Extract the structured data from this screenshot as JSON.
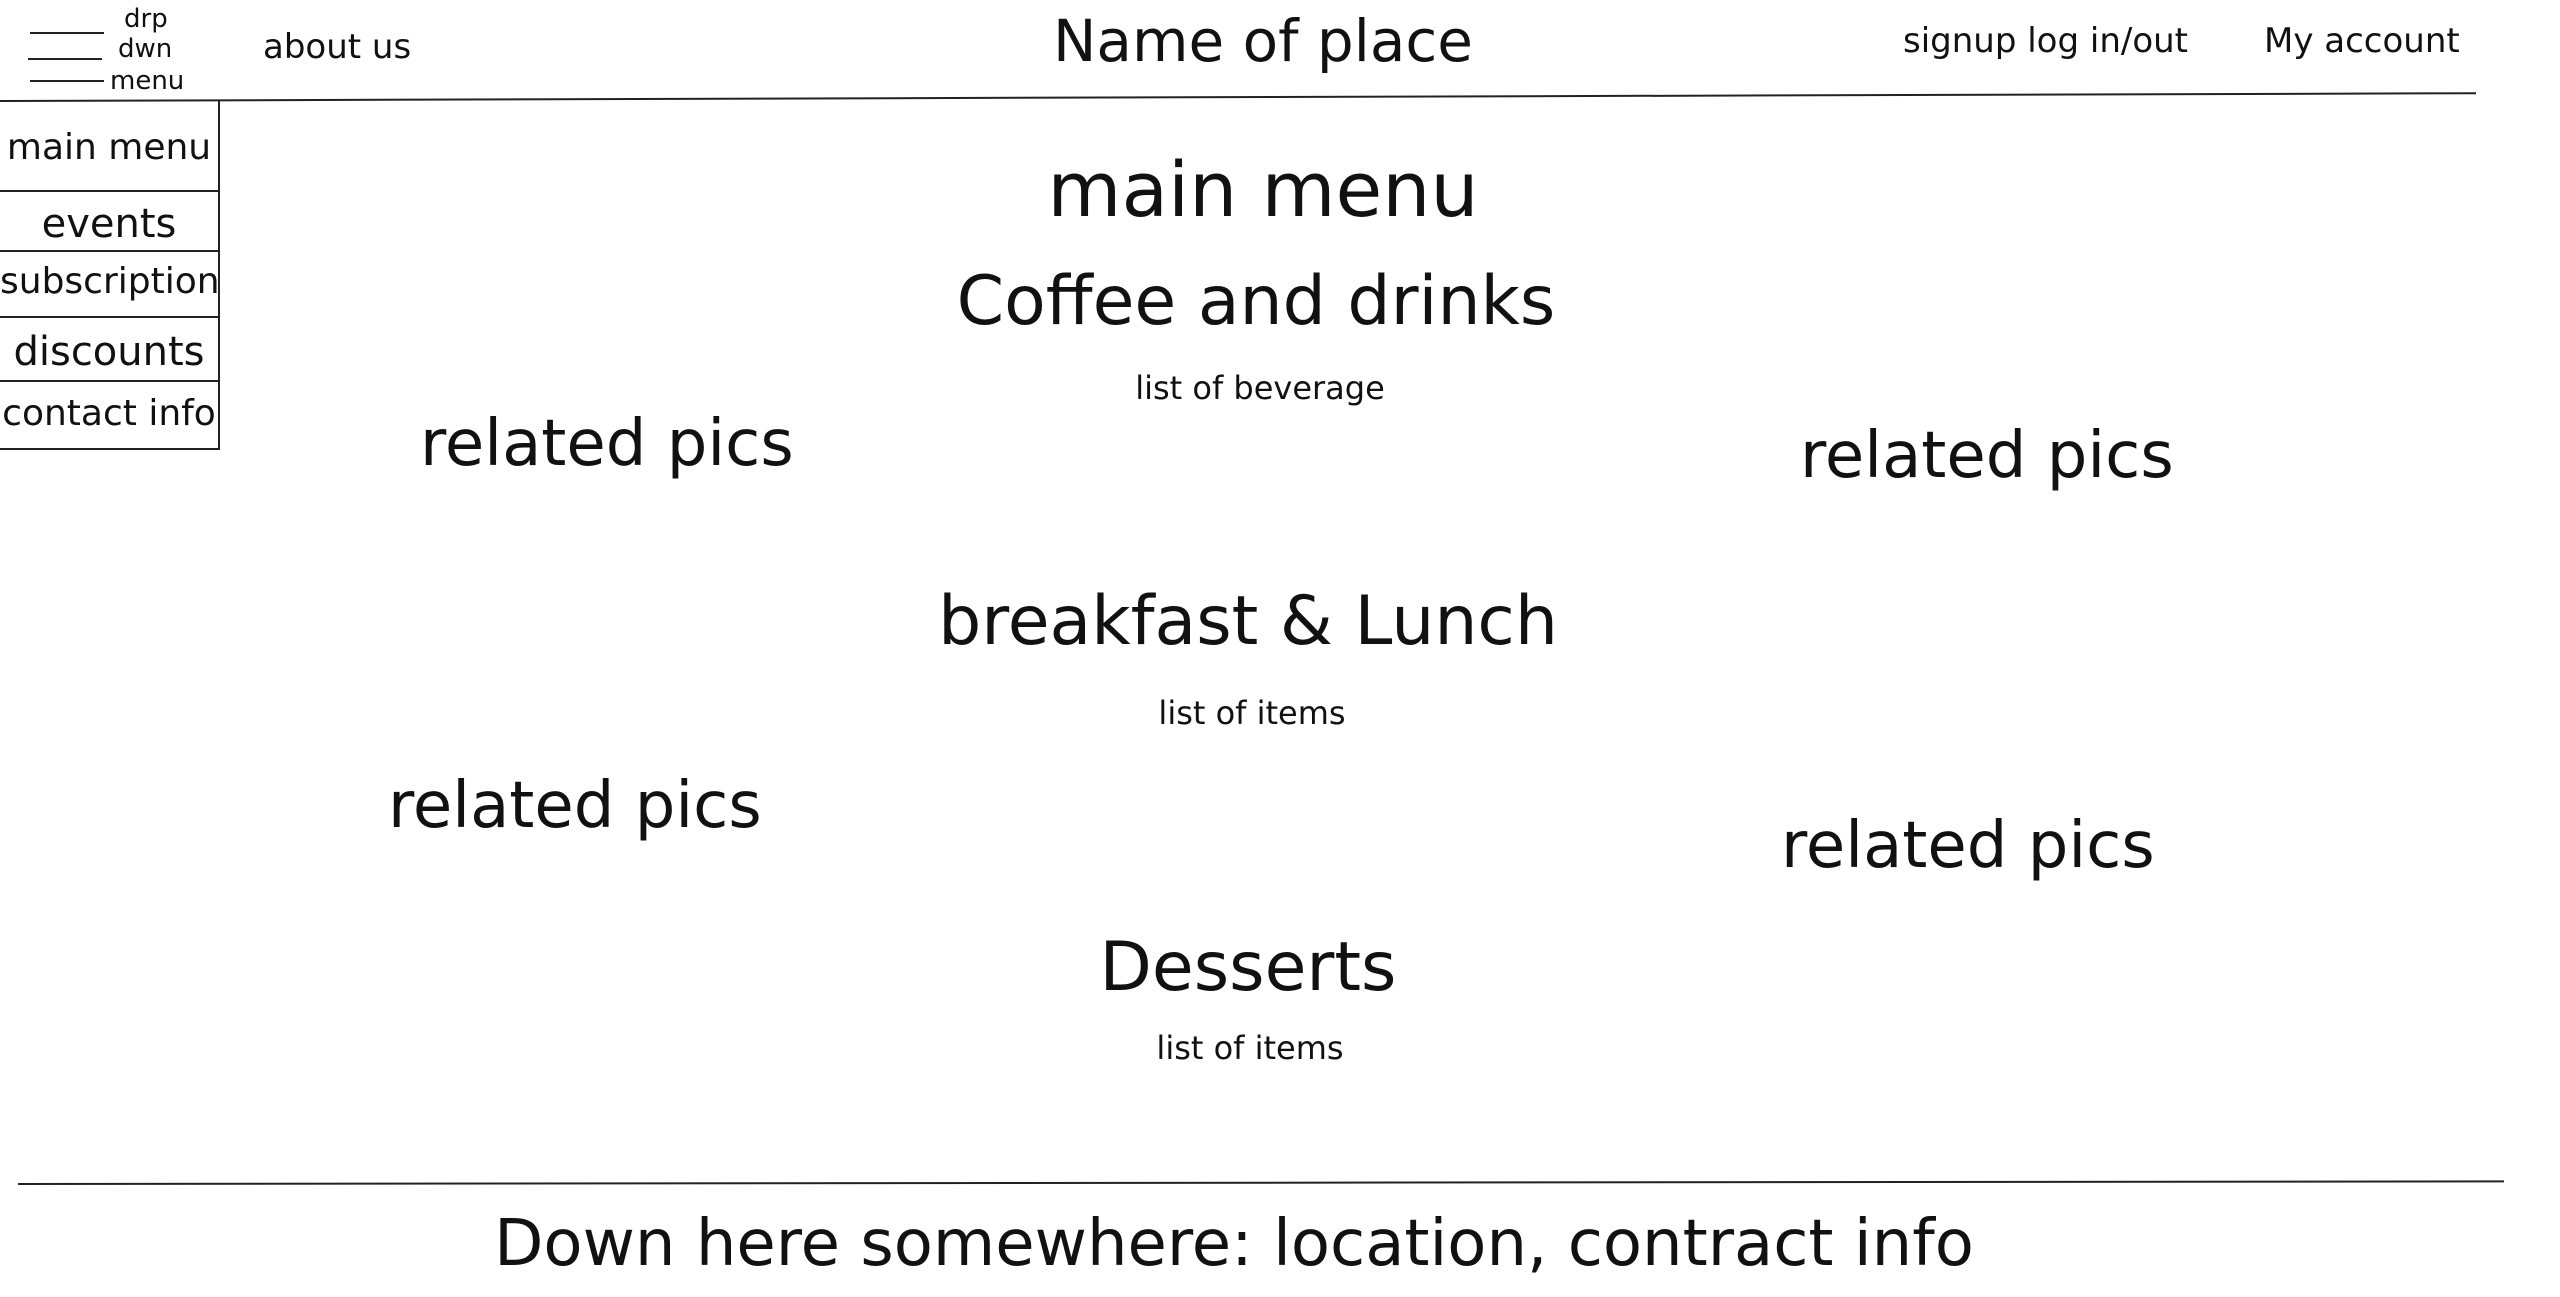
{
  "header": {
    "dropdown_menu": {
      "line1": "drp",
      "line2": "dwn",
      "line3": "menu"
    },
    "about_link": "about us",
    "site_title": "Name of place",
    "signup_link": "signup log in/out",
    "account_link": "My account"
  },
  "sidebar": {
    "items": [
      {
        "label": "main menu"
      },
      {
        "label": "events"
      },
      {
        "label": "subscription"
      },
      {
        "label": "discounts"
      },
      {
        "label": "contact info"
      }
    ]
  },
  "main": {
    "title": "main menu",
    "sections": [
      {
        "heading": "Coffee and drinks",
        "subtitle": "list of beverage"
      },
      {
        "heading": "breakfast & Lunch",
        "subtitle": "list of items"
      },
      {
        "heading": "Desserts",
        "subtitle": "list of items"
      }
    ],
    "related_pics": [
      {
        "label": "related pics"
      },
      {
        "label": "related pics"
      },
      {
        "label": "related pics"
      },
      {
        "label": "related pics"
      }
    ]
  },
  "footer": {
    "text": "Down here somewhere: location, contract info"
  }
}
